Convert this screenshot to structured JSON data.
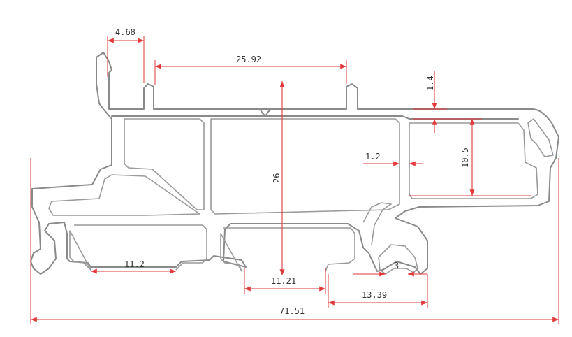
{
  "colors": {
    "background": "#ffffff",
    "profile_outline": "#8a8a8a",
    "dimension_line": "#e23a3a",
    "dimension_text": "#333333"
  },
  "dimensions": {
    "top_lip_width": "4.68",
    "top_channel_width": "25.92",
    "right_wall_thickness": "1.4",
    "right_chamber_height": "10.5",
    "inner_wall_thickness": "1.2",
    "overall_height": "26",
    "bottom_left_opening": "11.2",
    "bottom_center_opening": "11.21",
    "small_slot_width": "3",
    "bottom_right_span": "13.39",
    "overall_width": "71.51"
  }
}
